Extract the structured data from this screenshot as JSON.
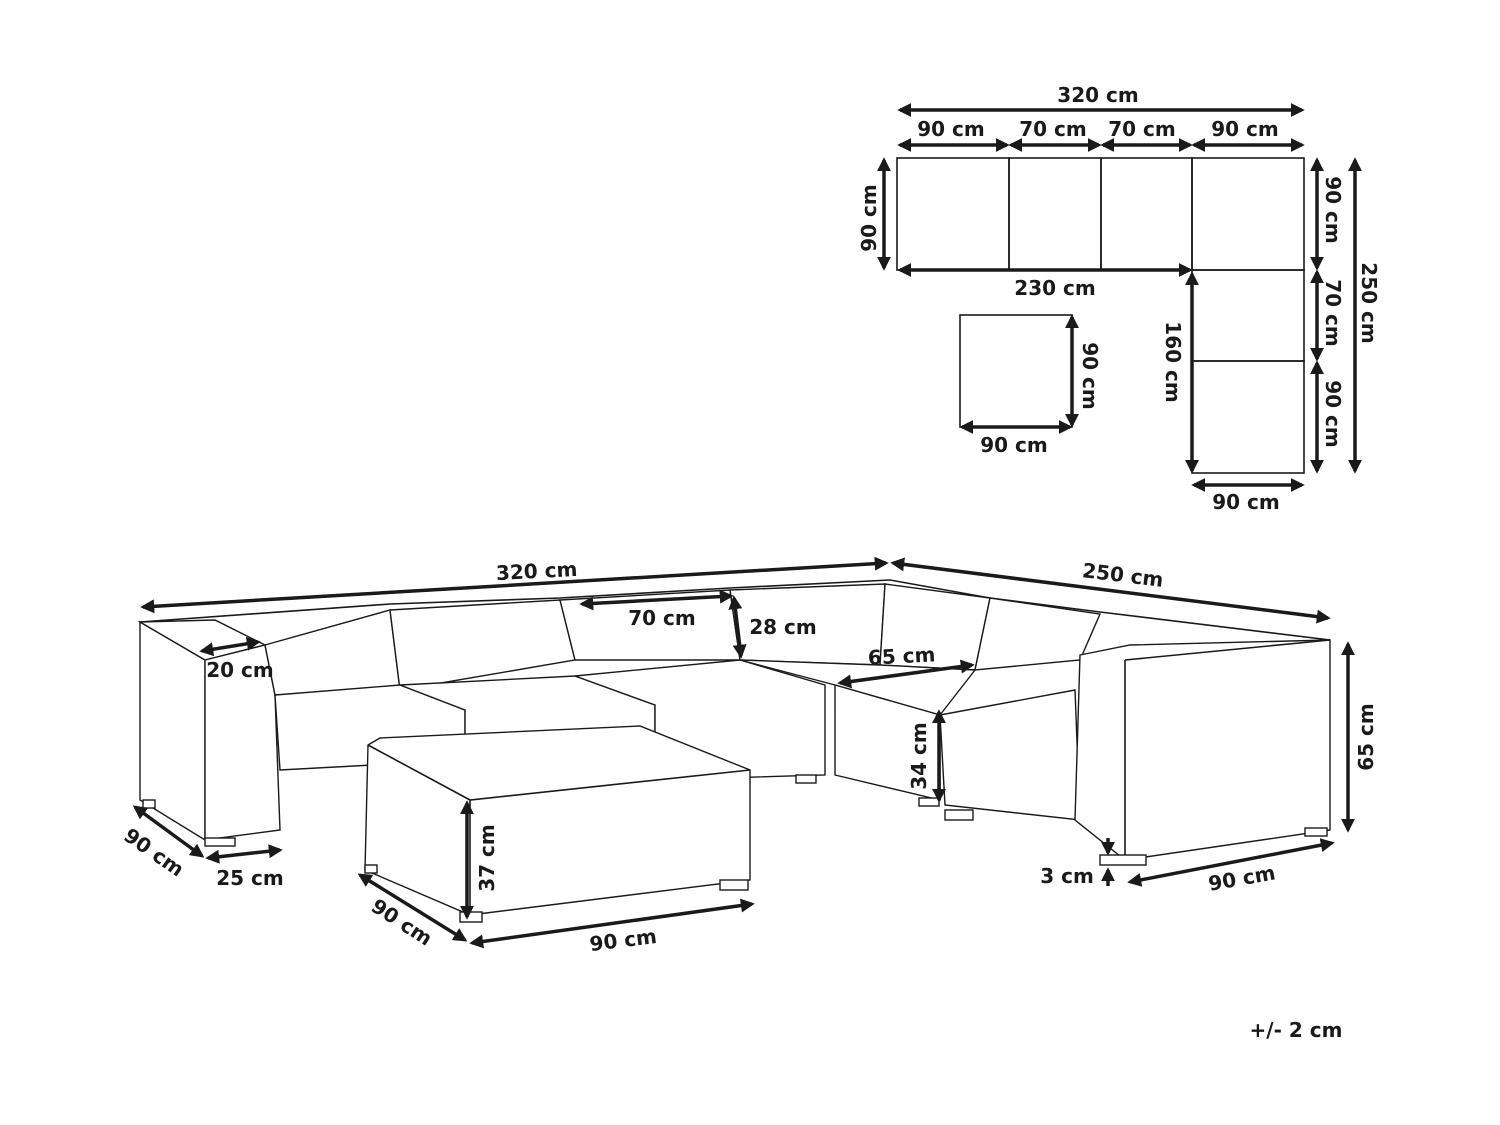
{
  "top_view": {
    "overall_width": "320 cm",
    "segment_widths": [
      "90 cm",
      "70 cm",
      "70 cm",
      "90 cm"
    ],
    "left_depth": "90 cm",
    "inner_length": "230 cm",
    "right_segments": [
      "90 cm",
      "70 cm",
      "90 cm"
    ],
    "overall_depth": "250 cm",
    "inner_depth": "160 cm",
    "bottom_width": "90 cm",
    "ottoman_width": "90 cm",
    "ottoman_depth": "90 cm"
  },
  "perspective_view": {
    "overall_width": "320 cm",
    "overall_depth": "250 cm",
    "seat_width": "70 cm",
    "backrest_height": "28 cm",
    "arm_width": "20 cm",
    "corner_seat_width": "65 cm",
    "seat_height": "34 cm",
    "total_height": "65 cm",
    "leg_height": "3 cm",
    "module_depth_left": "90 cm",
    "arm_base_width": "25 cm",
    "module_depth_right": "90 cm",
    "ottoman_height": "37 cm",
    "ottoman_depth": "90 cm",
    "ottoman_width": "90 cm"
  },
  "tolerance": "+/- 2 cm"
}
